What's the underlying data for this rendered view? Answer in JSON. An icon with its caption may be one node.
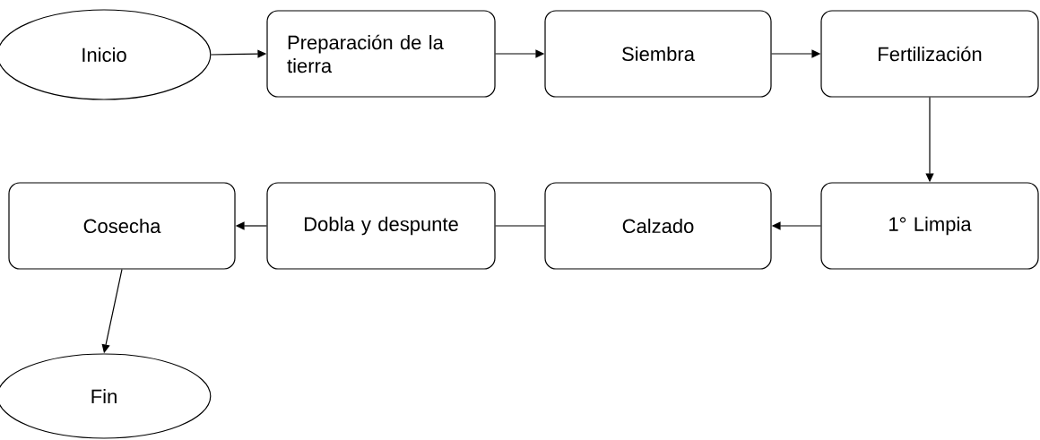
{
  "diagram": {
    "nodes": [
      {
        "text": [
          "Inicio"
        ]
      },
      {
        "text": [
          "Preparación de la tierra"
        ]
      },
      {
        "text": [
          "Siembra"
        ]
      },
      {
        "text": [
          "Fertilización"
        ]
      },
      {
        "text": [
          "1° Limpia"
        ]
      },
      {
        "text": [
          "Calzado"
        ]
      },
      {
        "text": [
          "Dobla y despunte"
        ]
      },
      {
        "text": [
          "Cosecha"
        ]
      },
      {
        "text": [
          "Fin"
        ]
      }
    ],
    "edges": [
      {
        "from": 0,
        "to": 1,
        "arrow": "to"
      },
      {
        "from": 1,
        "to": 2,
        "arrow": "to"
      },
      {
        "from": 2,
        "to": 3,
        "arrow": "to"
      },
      {
        "from": 3,
        "to": 4,
        "arrow": "to"
      },
      {
        "from": 4,
        "to": 5,
        "arrow": "to"
      },
      {
        "from": 5,
        "to": 6,
        "arrow": "none"
      },
      {
        "from": 6,
        "to": 7,
        "arrow": "to"
      },
      {
        "from": 7,
        "to": 8,
        "arrow": "to"
      }
    ]
  }
}
